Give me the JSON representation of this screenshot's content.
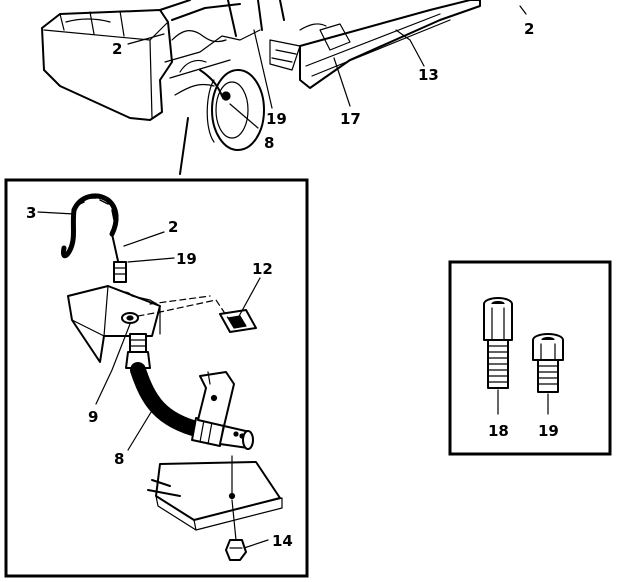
{
  "figure": {
    "callouts": {
      "top_2_right": "2",
      "top_2_left": "2",
      "top_13": "13",
      "top_19": "19",
      "top_17": "17",
      "top_8": "8",
      "detail_3": "3",
      "detail_2": "2",
      "detail_19": "19",
      "detail_12": "12",
      "detail_9": "9",
      "detail_8": "8",
      "detail_14": "14",
      "inset_18": "18",
      "inset_19": "19"
    }
  }
}
